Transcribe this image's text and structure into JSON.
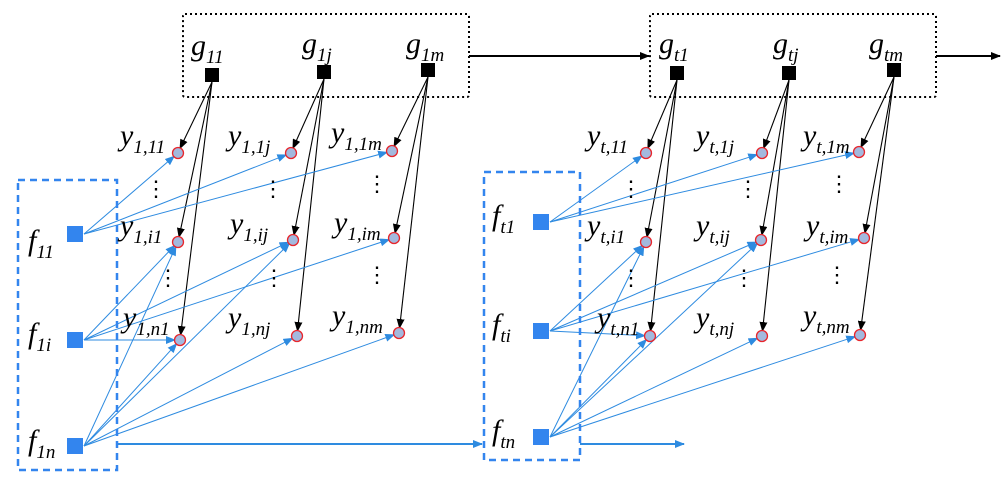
{
  "colors": {
    "black": "#000000",
    "blue": "#2e8be0",
    "square_blue": "#3385ee",
    "node_fill": "#a3b9de",
    "node_stroke": "#e8252b"
  },
  "blocks": [
    {
      "g_labels": [
        {
          "base": "g",
          "sub": "11"
        },
        {
          "base": "g",
          "sub": "1j"
        },
        {
          "base": "g",
          "sub": "1m"
        }
      ],
      "f_labels": [
        {
          "base": "f",
          "sub": "11"
        },
        {
          "base": "f",
          "sub": "1i"
        },
        {
          "base": "f",
          "sub": "1n"
        }
      ],
      "y_labels": [
        [
          {
            "base": "y",
            "sub": "1,11"
          },
          {
            "base": "y",
            "sub": "1,1j"
          },
          {
            "base": "y",
            "sub": "1,1m"
          }
        ],
        [
          {
            "base": "y",
            "sub": "1,i1"
          },
          {
            "base": "y",
            "sub": "1,ij"
          },
          {
            "base": "y",
            "sub": "1,im"
          }
        ],
        [
          {
            "base": "y",
            "sub": "1,n1"
          },
          {
            "base": "y",
            "sub": "1,nj"
          },
          {
            "base": "y",
            "sub": "1,nm"
          }
        ]
      ]
    },
    {
      "g_labels": [
        {
          "base": "g",
          "sub": "t1"
        },
        {
          "base": "g",
          "sub": "tj"
        },
        {
          "base": "g",
          "sub": "tm"
        }
      ],
      "f_labels": [
        {
          "base": "f",
          "sub": "t1"
        },
        {
          "base": "f",
          "sub": "ti"
        },
        {
          "base": "f",
          "sub": "tn"
        }
      ],
      "y_labels": [
        [
          {
            "base": "y",
            "sub": "t,11"
          },
          {
            "base": "y",
            "sub": "t,1j"
          },
          {
            "base": "y",
            "sub": "t,1m"
          }
        ],
        [
          {
            "base": "y",
            "sub": "t,i1"
          },
          {
            "base": "y",
            "sub": "t,ij"
          },
          {
            "base": "y",
            "sub": "t,im"
          }
        ],
        [
          {
            "base": "y",
            "sub": "t,n1"
          },
          {
            "base": "y",
            "sub": "t,nj"
          },
          {
            "base": "y",
            "sub": "t,nm"
          }
        ]
      ]
    }
  ],
  "ellipsis": "⋮"
}
